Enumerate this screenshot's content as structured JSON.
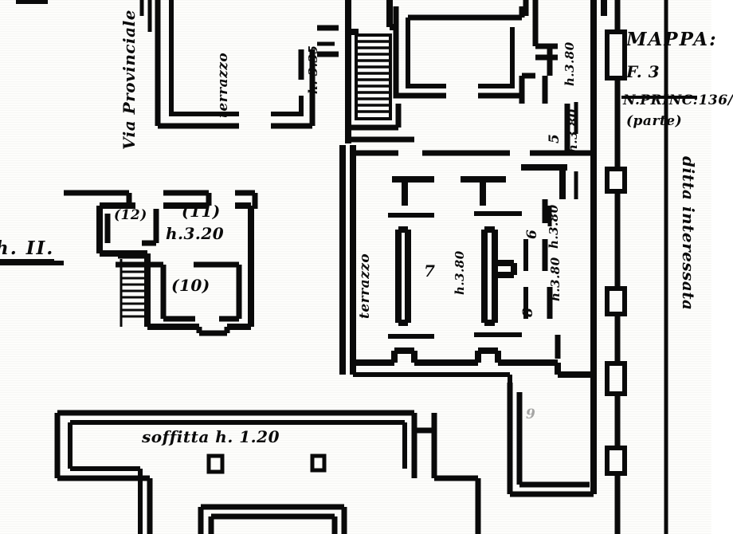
{
  "document": {
    "kind": "cadastral-floor-plan",
    "language": "it"
  },
  "legend": {
    "title": "MAPPA:",
    "sheet_label": "F. 3",
    "parcel_label": "N.PRINC:136/",
    "parcel_note": "(parte)"
  },
  "edge_labels": {
    "right_vertical": "ditta interessata",
    "left_street": "Via Provinciale",
    "floor_marker": "h. II."
  },
  "rooms": [
    {
      "id": "r12",
      "number": "(12)",
      "height": ""
    },
    {
      "id": "r11",
      "number": "(11)",
      "height": "h.3.20"
    },
    {
      "id": "r10",
      "number": "(10)",
      "height": ""
    },
    {
      "id": "r5",
      "number": "5",
      "height": "h.3.80"
    },
    {
      "id": "r6",
      "number": "6",
      "height": "h.3.80"
    },
    {
      "id": "r7",
      "number": "7",
      "height": "h.3.80"
    },
    {
      "id": "r8",
      "number": "8",
      "height": "h.3.80"
    },
    {
      "id": "r9",
      "number": "9",
      "height": ""
    }
  ],
  "annotations": {
    "terrazzo_upper": "terrazzo",
    "terrazzo_central": "terrazzo",
    "soffitta": "soffitta  h. 1.20",
    "height_stair": "h. 3.35",
    "height_top_right": "h.3.80",
    "height_right_a": "h.3.80",
    "height_right_b": "h.3.80",
    "height_right_c": "h.3.80",
    "height_right_d": "h.3.80",
    "height_central": "h.3.80"
  },
  "features": {
    "main_staircase": "staircase",
    "secondary_staircase": "staircase",
    "pillar_a": "pillar",
    "pillar_b": "pillar"
  },
  "colors": {
    "ink": "#0a0a0a",
    "paper": "#fdfdfb"
  }
}
